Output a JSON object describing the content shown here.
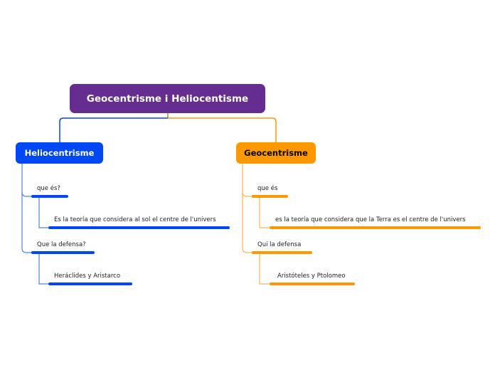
{
  "colors": {
    "root": "#652d90",
    "heliocentrism": "#0048f3",
    "geocentrism": "#fd9800",
    "helio_line": "#4d7ff5",
    "geo_line": "#fdb34d"
  },
  "root": {
    "label": "Geocentrisme i Heliocentisme"
  },
  "branches": [
    {
      "label": "Heliocentrisme",
      "children": [
        {
          "label": "que és?",
          "children": [
            {
              "label": "Es la teoría que considera al sol el centre de l'univers"
            }
          ]
        },
        {
          "label": "Que la defensa?",
          "children": [
            {
              "label": "Heráclides y Aristarco"
            }
          ]
        }
      ]
    },
    {
      "label": "Geocentrisme",
      "children": [
        {
          "label": "que és",
          "children": [
            {
              "label": "es la teoría que considera que la Terra es el centre de l'univers"
            }
          ]
        },
        {
          "label": "Qui la defensa",
          "children": [
            {
              "label": "Aristóteles y Ptolomeo"
            }
          ]
        }
      ]
    }
  ]
}
